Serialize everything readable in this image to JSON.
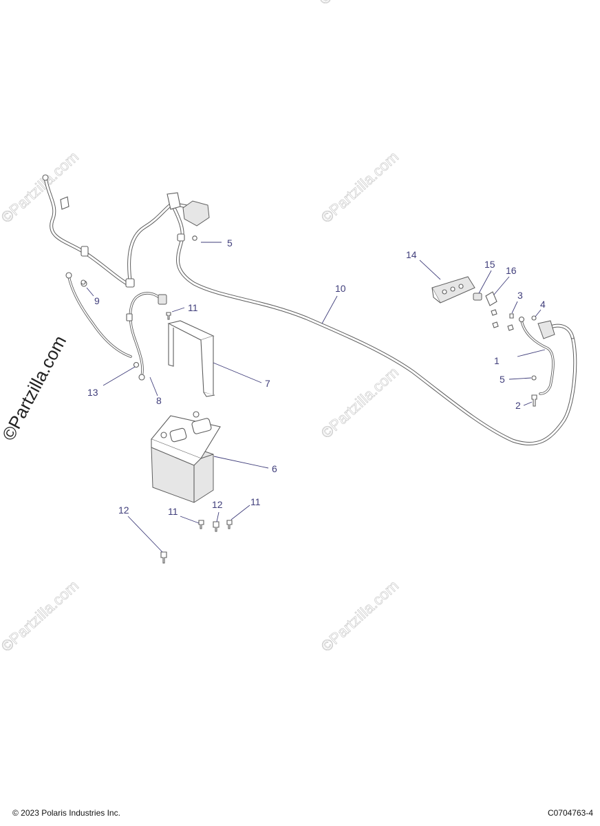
{
  "diagram": {
    "callouts": [
      {
        "id": "c1",
        "label": "1"
      },
      {
        "id": "c2",
        "label": "2"
      },
      {
        "id": "c3",
        "label": "3"
      },
      {
        "id": "c4",
        "label": "4"
      },
      {
        "id": "c5a",
        "label": "5"
      },
      {
        "id": "c5b",
        "label": "5"
      },
      {
        "id": "c6",
        "label": "6"
      },
      {
        "id": "c7",
        "label": "7"
      },
      {
        "id": "c8",
        "label": "8"
      },
      {
        "id": "c9",
        "label": "9"
      },
      {
        "id": "c10",
        "label": "10"
      },
      {
        "id": "c11a",
        "label": "11"
      },
      {
        "id": "c11b",
        "label": "11"
      },
      {
        "id": "c11c",
        "label": "11"
      },
      {
        "id": "c12a",
        "label": "12"
      },
      {
        "id": "c12b",
        "label": "12"
      },
      {
        "id": "c13",
        "label": "13"
      },
      {
        "id": "c14",
        "label": "14"
      },
      {
        "id": "c15",
        "label": "15"
      },
      {
        "id": "c16",
        "label": "16"
      }
    ],
    "watermark": "©Partzilla.com"
  },
  "footer": {
    "copyright": "© 2023 Polaris Industries Inc.",
    "drawing_code": "C0704763-4"
  }
}
